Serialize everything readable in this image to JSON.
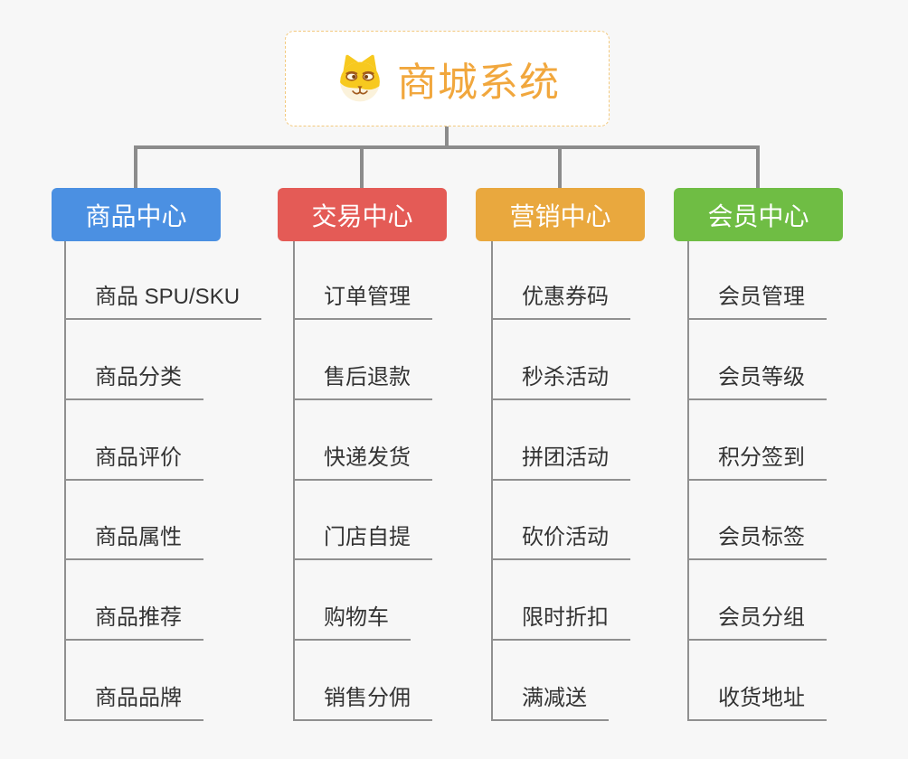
{
  "page": {
    "background_color": "#f7f7f7",
    "connector_color": "#8c8c8c"
  },
  "root": {
    "label": "商城系统",
    "icon": "dog-face-icon",
    "text_color": "#f1a73d",
    "border_color": "#f3c97e"
  },
  "branches": [
    {
      "label": "商品中心",
      "color": "#4b90e2",
      "children": [
        "商品 SPU/SKU",
        "商品分类",
        "商品评价",
        "商品属性",
        "商品推荐",
        "商品品牌"
      ]
    },
    {
      "label": "交易中心",
      "color": "#e45b56",
      "children": [
        "订单管理",
        "售后退款",
        "快递发货",
        "门店自提",
        "购物车",
        "销售分佣"
      ]
    },
    {
      "label": "营销中心",
      "color": "#e9a83e",
      "children": [
        "优惠券码",
        "秒杀活动",
        "拼团活动",
        "砍价活动",
        "限时折扣",
        "满减送"
      ]
    },
    {
      "label": "会员中心",
      "color": "#6fbd44",
      "children": [
        "会员管理",
        "会员等级",
        "积分签到",
        "会员标签",
        "会员分组",
        "收货地址"
      ]
    }
  ]
}
